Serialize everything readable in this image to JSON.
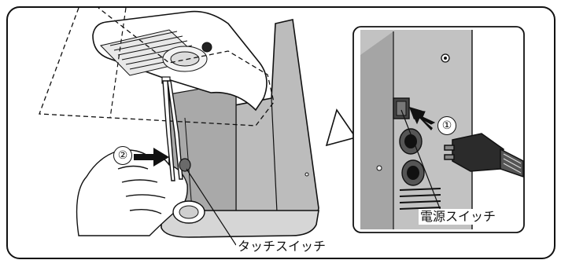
{
  "labels": {
    "touch_switch": "タッチスイッチ",
    "power_switch": "電源スイッチ"
  },
  "steps": {
    "step1": "①",
    "step2": "②"
  },
  "colors": {
    "line": "#111111",
    "panel_fill": "#bdbdbd",
    "panel_dark": "#8f8f8f",
    "background": "#ffffff"
  }
}
